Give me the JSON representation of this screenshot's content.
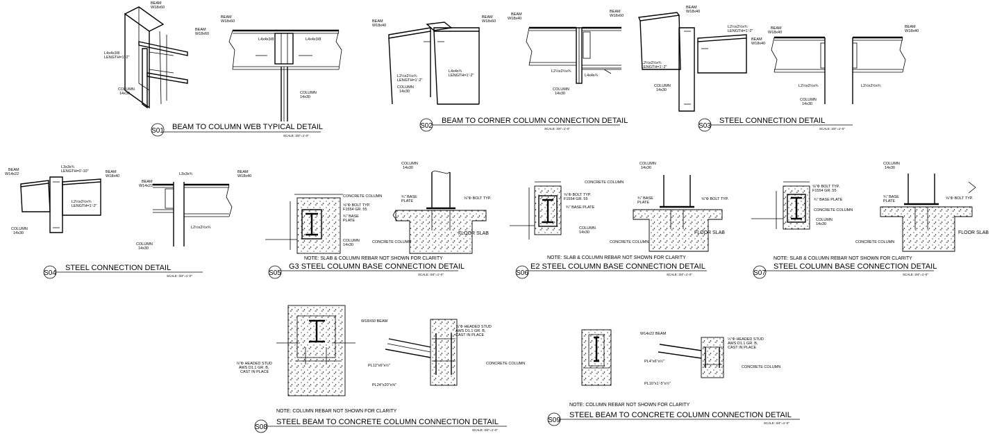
{
  "details": [
    {
      "tag": "S01",
      "title": "BEAM TO COLUMN WEB TYPICAL DETAIL",
      "scale": "SCALE: 3/4\"=1'-0\"",
      "labels": [
        "BEAM",
        "W18x60",
        "BEAM",
        "W18x60",
        "L4x4x3/8",
        "LENGTH=1'-2\"",
        "COLUMN",
        "14x30",
        "BEAM",
        "W18x60",
        "L4x4x3/8",
        "L4x4x3/8",
        "COLUMN",
        "14x30"
      ]
    },
    {
      "tag": "S02",
      "title": "BEAM TO CORNER COLUMN CONNECTION DETAIL",
      "scale": "SCALE: 3/4\"=1'-0\"",
      "labels": [
        "BEAM",
        "W18x40",
        "BEAM",
        "W18x60",
        "L2½x2½x¾",
        "LENGTH=1'-2\"",
        "L4x4x¾",
        "LENGTH=1'-2\"",
        "COLUMN",
        "14x30",
        "BEAM",
        "W18x40",
        "BEAM",
        "W18x60",
        "L2½x2½x¾",
        "L4x4x¾",
        "COLUMN",
        "14x30"
      ]
    },
    {
      "tag": "S03",
      "title": "STEEL CONNECTION DETAIL",
      "scale": "SCALE: 3/4\"=1'-0\"",
      "labels": [
        "BEAM",
        "W18x40",
        "L2½x2½x¾",
        "LENGTH=1'-2\"",
        "BEAM",
        "W18x40",
        "L2½x2½x¾",
        "LENGTH=1'-2\"",
        "COLUMN",
        "14x30",
        "BEAM",
        "W18x40",
        "BEAM",
        "W18x40",
        "L2½x2½x¾",
        "L2½x2½x¾",
        "COLUMN",
        "14x30"
      ]
    },
    {
      "tag": "S04",
      "title": "STEEL CONNECTION DETAIL",
      "scale": "SCALE: 3/4\"=1'-0\"",
      "labels": [
        "BEAM",
        "W14x22",
        "L3x3x¾",
        "LENGTH=0'-10\"",
        "BEAM",
        "W18x40",
        "L2½x2½x¾",
        "LENGTH=1'-2\"",
        "COLUMN",
        "14x30",
        "BEAM",
        "W14x22",
        "L3x3x¾",
        "BEAM",
        "W18x40",
        "L2½x2½x¾",
        "COLUMN",
        "14x30"
      ]
    },
    {
      "tag": "S05",
      "title": "G3 STEEL COLUMN BASE CONNECTION DETAIL",
      "scale": "SCALE: 3/4\"=1'-0\"",
      "note": "NOTE: SLAB & COLUMN REBAR NOT SHOWN FOR CLARITY",
      "labels": [
        "CONCRETE COLUMN",
        "⅝\"Φ BOLT TYP.",
        "F1554 GR. 55",
        "¾\" BASE",
        "PLATE",
        "COLUMN",
        "14x30",
        "COLUMN",
        "14x30",
        "¾\" BASE",
        "PLATE",
        "⅝\"Φ BOLT TYP.",
        "FLOOR SLAB",
        "CONCRETE COLUMN"
      ]
    },
    {
      "tag": "S06",
      "title": "E2 STEEL COLUMN BASE CONNECTION DETAIL",
      "scale": "SCALE: 3/4\"=1'-0\"",
      "note": "NOTE: SLAB & COLUMN REBAR NOT SHOWN FOR CLARITY",
      "labels": [
        "CONCRETE COLUMN",
        "⅝\"Φ BOLT TYP.",
        "F1554 GR. 55",
        "¾\" BASE PLATE",
        "COLUMN",
        "14x30",
        "COLUMN",
        "14x30",
        "¾\" BASE",
        "PLATE",
        "⅝\"Φ BOLT TYP.",
        "FLOOR SLAB",
        "CONCRETE COLUMN"
      ]
    },
    {
      "tag": "S07",
      "title": "STEEL COLUMN BASE CONNECTION DETAIL",
      "scale": "SCALE: 3/4\"=1'-0\"",
      "note": "NOTE: SLAB & COLUMN REBAR NOT SHOWN FOR CLARITY",
      "labels": [
        "⅝\"Φ BOLT TYP.",
        "F1554 GR. 55",
        "¾\" BASE PLATE",
        "CONCRETE COLUMN",
        "COLUMN",
        "14x30",
        "COLUMN",
        "14x30",
        "¾\" BASE",
        "PLATE",
        "⅝\"Φ BOLT TYP.",
        "FLOOR SLAB",
        "CONCRETE COLUMN"
      ]
    },
    {
      "tag": "S08",
      "title": "STEEL BEAM TO CONCRETE COLUMN CONNECTION DETAIL",
      "scale": "SCALE: 3/4\"=1'-0\"",
      "note": "NOTE: COLUMN REBAR NOT SHOWN FOR CLARITY",
      "labels": [
        "⅞\"Φ HEADED STUD",
        "AWS D1.1 GR. B,",
        "CAST IN PLACE",
        "W18X60 BEAM",
        "⅞\"Φ HEADED STUD",
        "AWS D1.1 GR. B,",
        "CAST IN PLACE",
        "PL12\"x6\"x½\"",
        "CONCRETE COLUMN",
        "PL24\"x20\"x⅝\""
      ]
    },
    {
      "tag": "S09",
      "title": "STEEL BEAM TO CONCRETE COLUMN CONNECTION DETAIL",
      "scale": "SCALE: 3/4\"=1'-0\"",
      "note": "NOTE: COLUMN REBAR NOT SHOWN FOR CLARITY",
      "labels": [
        "W14x22 BEAM",
        "½\"Φ HEADED STUD",
        "AWS D1.1 GR. B,",
        "CAST IN PLACE",
        "PL4\"x6\"x½\"",
        "CONCRETE COLUMN",
        "PL10\"x1'-5\"x½\""
      ]
    }
  ]
}
